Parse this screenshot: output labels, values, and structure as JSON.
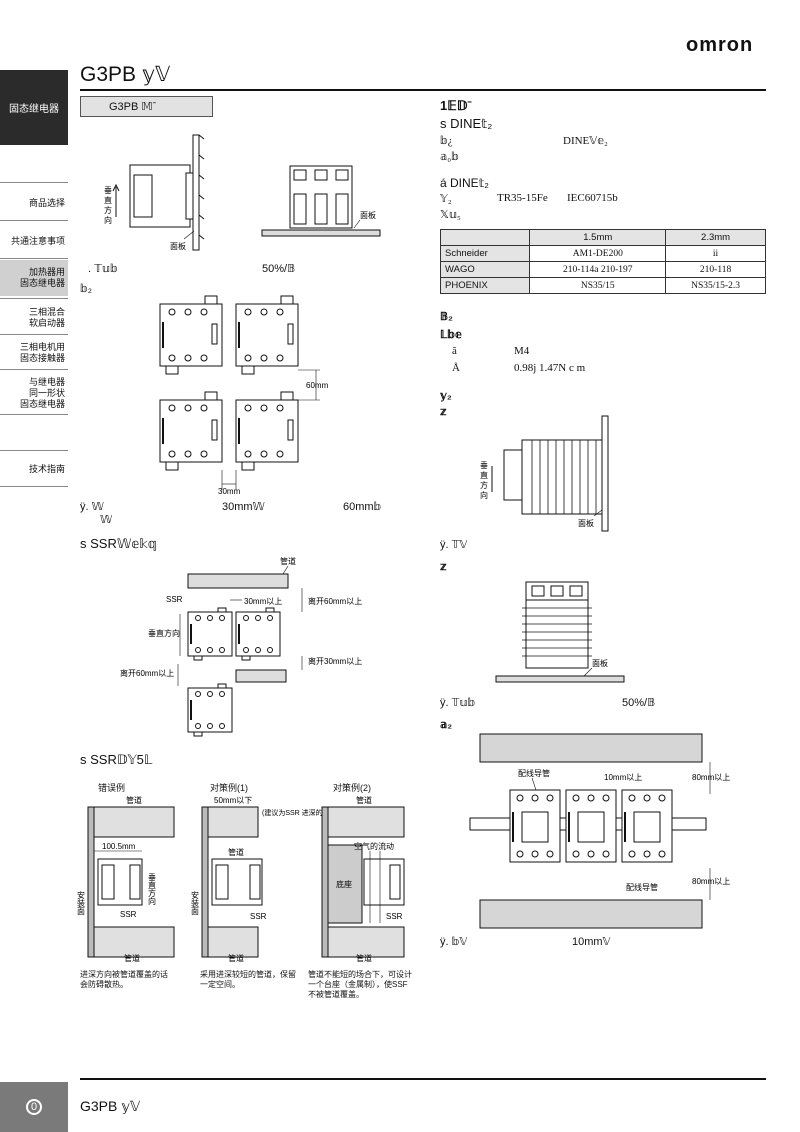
{
  "header": {
    "logo": "omron",
    "title": "G3PB 𝕪𝕍"
  },
  "sidebar": {
    "top": "固态继电器",
    "items": [
      "商品选择",
      "共通注意事项",
      "加热器用\n固态继电器",
      "三相混合\n软启动器",
      "三相电机用\n固态接触器",
      "与继电器\n同一形状\n固态继电器",
      "技术指南"
    ]
  },
  "left": {
    "section_box": "G3PB 𝕄ˉ",
    "note1_a": ". 𝕋𝕦𝕓",
    "note1_b": "50%/𝔹",
    "label_b": "𝕓₂",
    "note2_a": "ÿ. 𝕎",
    "note2_b": "30mm𝕎",
    "note2_c": "60mm𝕓",
    "note2_d": "𝕎",
    "ssr1_head": "s  SSR𝕎𝕖𝕜𝕢",
    "ssr2_head": "s  SSR𝔻𝕐5𝕃",
    "dim_30mm": "30mm",
    "dim_60mm": "60mm",
    "d1": {
      "pipe": "管道",
      "ssr": "SSR",
      "gap_top": "30mm以上",
      "right1": "离开60mm以上",
      "vertical": "垂直方向",
      "right2": "离开30mm以上",
      "left_bot": "离开60mm以上"
    },
    "d2": {
      "wrong": "错误例",
      "fix1": "对策例(1)",
      "fix2": "对策例(2)",
      "pipe": "管道",
      "ssr": "SSR",
      "dim": "100.5mm",
      "mount": "安装面",
      "vertical": "垂直方向",
      "limit": "50mm以下",
      "note": "(建议为SSR 进深的一半 以下)",
      "base": "底座",
      "airflow": "空气的流动",
      "cap_wrong": "进深方向被管道覆盖的话\n会防碍散热。",
      "cap_fix1": "采用进深较短的管道，保留\n一定空间。",
      "cap_fix2": "管道不能短的场合下，可设计\n一个台座（金属制），使SSF\n不被管道覆盖。"
    },
    "panel": "面板",
    "vert": "垂直方向"
  },
  "right": {
    "h1": "1𝔼𝔻ˉ",
    "din_head": "s  DINE𝕥₂",
    "din_line1_a": "𝕓¿",
    "din_line1_b": "DINE𝕍𝕖₂",
    "din_line2": "𝕒₀𝕓",
    "a_head": "á       DINE𝕥₂",
    "a_line1_a": "𝕐₂",
    "a_line1_b": "TR35-15Fe",
    "a_line1_c": "IEC60715b",
    "a_line2": "𝕏𝕦₅",
    "table": {
      "headers": [
        "",
        "1.5mm",
        "2.3mm"
      ],
      "rows": [
        [
          "Schneider",
          "AM1-DE200",
          "ii"
        ],
        [
          "WAGO",
          "210-114a  210-197",
          "210-118"
        ],
        [
          "PHOENIX",
          "NS35/15",
          "NS35/15-2.3"
        ]
      ]
    },
    "screw_head": "𝔹₂",
    "screw_sub": "𝕃𝕓𝕖",
    "screw_a_k": "ã",
    "screw_a_v": "M4",
    "screw_b_k": "Å",
    "screw_b_v": "0.98j  1.47N c  m",
    "mount_head": "𝕪₂",
    "mount_sub": "𝕫",
    "note_side": "ÿ. 𝕋𝕍",
    "e_head": "𝕫",
    "note_front_a": "ÿ. 𝕋𝕦𝕓",
    "note_front_b": "50%/𝔹",
    "close_head": "𝕒₂",
    "note_close_a": "ÿ. 𝕓𝕍",
    "note_close_b": "10mm𝕍",
    "d3": {
      "duct": "配线导管",
      "gap": "10mm以上",
      "top": "80mm以上",
      "bottom": "80mm以上"
    },
    "panel": "面板",
    "vert": "垂直方向"
  },
  "footer": {
    "page": "0",
    "title": "G3PB 𝕪𝕍"
  }
}
